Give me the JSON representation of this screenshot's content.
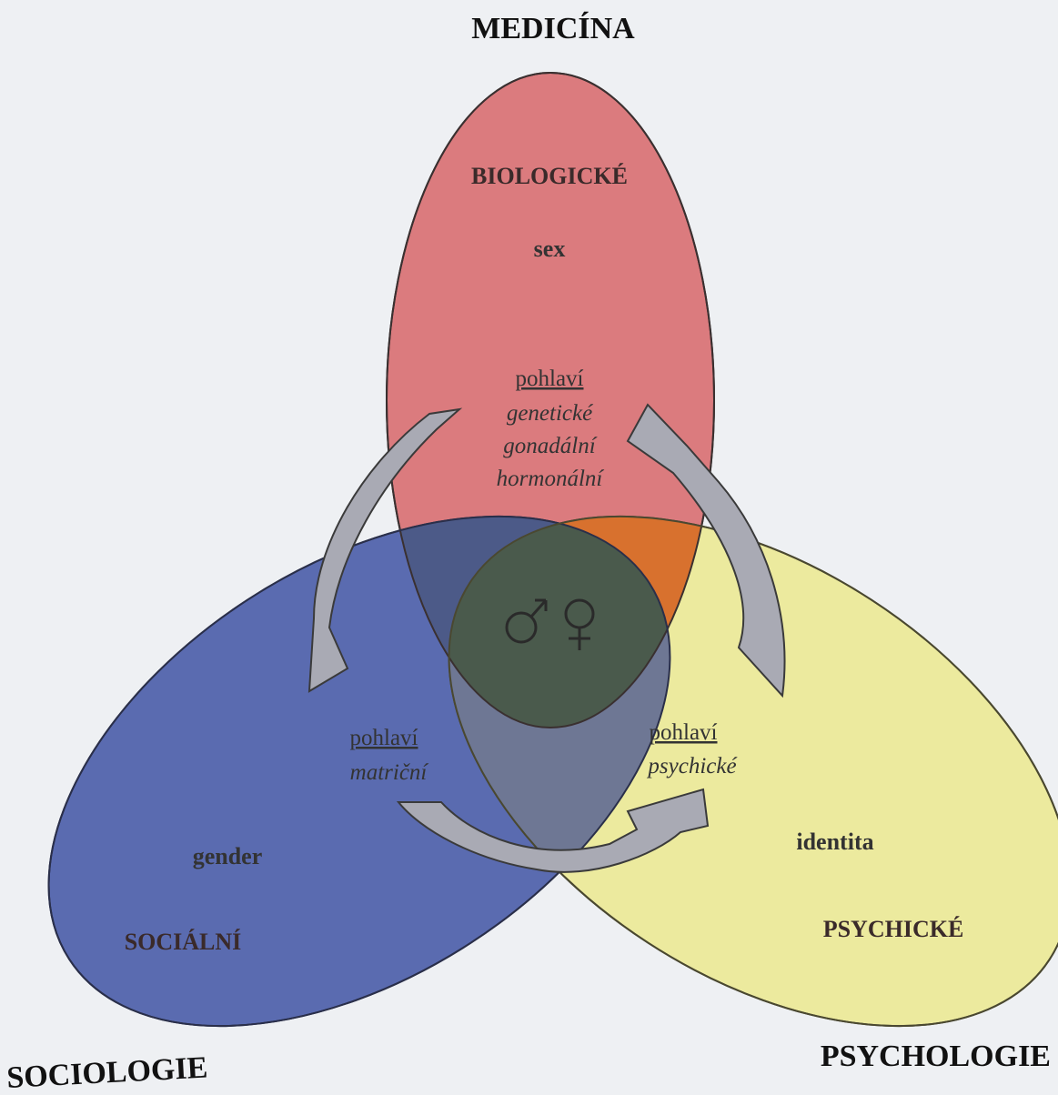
{
  "disciplines": {
    "top": "MEDICÍNA",
    "left": "SOCIOLOGIE",
    "right": "PSYCHOLOGIE"
  },
  "biological": {
    "domain": "BIOLOGICKÉ",
    "term": "sex",
    "label": "pohlaví",
    "items": [
      "genetické",
      "gonadální",
      "hormonální"
    ],
    "color": "#db7b7e"
  },
  "social": {
    "domain": "SOCIÁLNÍ",
    "term": "gender",
    "label": "pohlaví",
    "items": [
      "matriční"
    ],
    "color": "#5a6bb0"
  },
  "psychical": {
    "domain": "PSYCHICKÉ",
    "term": "identita",
    "label": "pohlaví",
    "items": [
      "psychické"
    ],
    "color": "#ecea9e"
  },
  "center": {
    "symbols": "♂ ♀",
    "color": "#4a5a4c"
  },
  "icons": [
    "cycle-arrow-icon",
    "male-symbol-icon",
    "female-symbol-icon"
  ]
}
